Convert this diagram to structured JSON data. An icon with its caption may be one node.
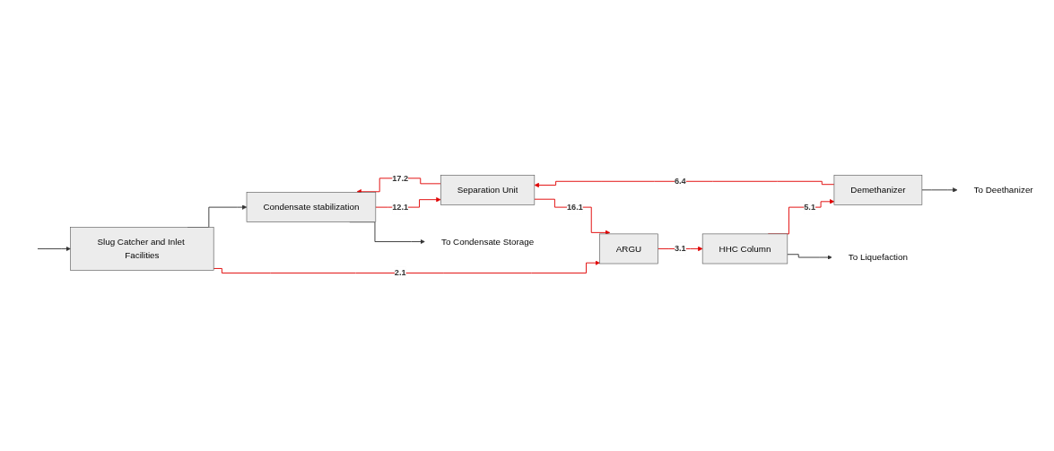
{
  "diagram": {
    "nodes": [
      {
        "text": [
          "Slug Catcher and Inlet Facilities"
        ]
      },
      {
        "text": [
          "Condensate stabilization"
        ]
      },
      {
        "text": [
          "ARGU"
        ]
      },
      {
        "text": [
          "HHC Column"
        ]
      },
      {
        "text": [
          "Separation Unit"
        ]
      },
      {
        "text": [
          "Demethanizer"
        ]
      },
      {
        "text": [
          "To Liquefaction"
        ]
      },
      {
        "text": [
          "To Deethanizer"
        ]
      },
      {
        "text": [
          "To Condensate Storage"
        ]
      }
    ],
    "edges": [
      {
        "from": null,
        "to": 0,
        "arrow": "to",
        "color": "#333333"
      },
      {
        "from": 0,
        "to": 1,
        "arrow": "to",
        "color": "#333333"
      },
      {
        "from": 0,
        "to": 2,
        "arrow": "to",
        "label": "2.1"
      },
      {
        "from": 2,
        "to": 3,
        "arrow": "to",
        "label": "3.1"
      },
      {
        "from": 3,
        "to": 6,
        "arrow": "to",
        "color": "#333333"
      },
      {
        "from": 3,
        "to": 5,
        "arrow": "to",
        "label": "5.1"
      },
      {
        "from": 5,
        "to": 4,
        "arrow": "to",
        "label": "6.4"
      },
      {
        "from": 4,
        "to": 2,
        "arrow": "to",
        "label": "16.1"
      },
      {
        "from": 1,
        "to": 4,
        "arrow": "to",
        "label": "12.1"
      },
      {
        "from": 4,
        "to": 1,
        "arrow": "to",
        "label": "17.2"
      },
      {
        "from": 5,
        "to": 7,
        "arrow": "to",
        "color": "#333333"
      },
      {
        "from": 1,
        "to": 8,
        "arrow": "to",
        "color": "#333333"
      }
    ]
  }
}
